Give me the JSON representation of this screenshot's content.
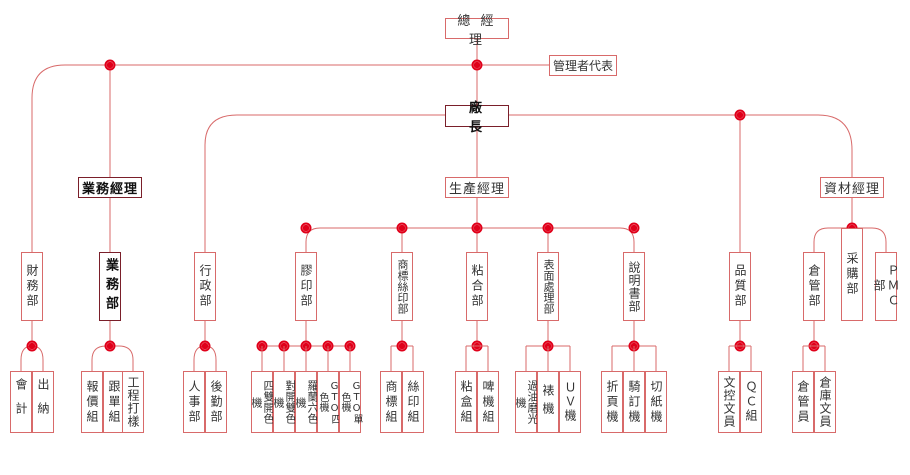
{
  "colors": {
    "line": "#d86a6a",
    "dot": "#e0001a",
    "emph_border": "#7a1f2a"
  },
  "top": {
    "general_manager": "總 經 理",
    "mgmt_rep": "管理者代表"
  },
  "level1": {
    "finance_dept": "財務部",
    "sales_manager": "業務經理",
    "factory_manager": "廠　　長"
  },
  "finance": {
    "accounting": "會計",
    "cashier": "出納"
  },
  "sales": {
    "dept": "業務部",
    "quote_group": "報價組",
    "follow_group": "跟單組",
    "engineering": "工程打樣"
  },
  "admin": {
    "dept": "行政部",
    "personnel": "人事部",
    "logistics": "後勤部"
  },
  "production": {
    "manager": "生產經理",
    "offset": {
      "dept": "膠印部",
      "m1": "四雙開色機",
      "m2": "對開雙色機",
      "m3": "羅蘭六色機",
      "m4": "GTO四色機",
      "m5": "GTO單色機"
    },
    "screen": {
      "dept": "商標絲印部",
      "g1": "商標組",
      "g2": "絲印組"
    },
    "gluing": {
      "dept": "粘合部",
      "g1": "粘盒組",
      "g2": "啤機組"
    },
    "surface": {
      "dept": "表面處理部",
      "m1": "過油磨光機",
      "m2": "裱機",
      "m3": "ＵＶ機"
    },
    "manual": {
      "dept": "說明書部",
      "m1": "折頁機",
      "m2": "騎訂機",
      "m3": "切紙機"
    }
  },
  "quality": {
    "dept": "品質部",
    "clerk": "文控文員",
    "qc": "ＱＣ組"
  },
  "materials": {
    "manager": "資材經理",
    "warehouse": {
      "dept": "倉管部",
      "keeper": "倉管員",
      "clerk": "倉庫文員"
    },
    "purchasing": "采購部",
    "pmc": "ＰＭＣ部"
  }
}
